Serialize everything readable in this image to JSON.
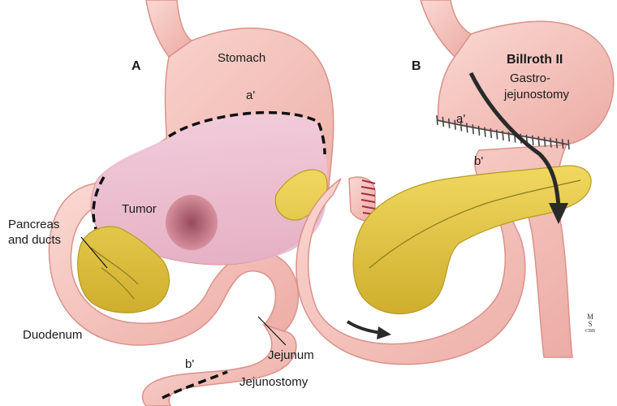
{
  "panels": {
    "a": "A",
    "b": "B"
  },
  "labels_a": {
    "stomach": "Stomach",
    "a_prime": "a'",
    "tumor": "Tumor",
    "pancreas_line1": "Pancreas",
    "pancreas_line2": "and ducts",
    "duodenum": "Duodenum",
    "jejunum": "Jejunum",
    "b_prime": "b'",
    "jejunostomy": "Jejunostomy"
  },
  "labels_b": {
    "title": "Billroth II",
    "subtitle_line1": "Gastro-",
    "subtitle_line2": "jejunostomy",
    "a_prime": "a'",
    "b_prime": "b'"
  },
  "signature": {
    "line1": "M",
    "line2": "S",
    "line3": "CBB"
  },
  "colors": {
    "tissue": "#f5c4bf",
    "tissue_edge": "#d9928b",
    "stomach_remnant": "#edc0d5",
    "pancreas": "#e3c84a",
    "pancreas_edge": "#b69a22",
    "tumor": "#b86070",
    "arrow": "#2a2a2a",
    "suture": "#444444"
  }
}
